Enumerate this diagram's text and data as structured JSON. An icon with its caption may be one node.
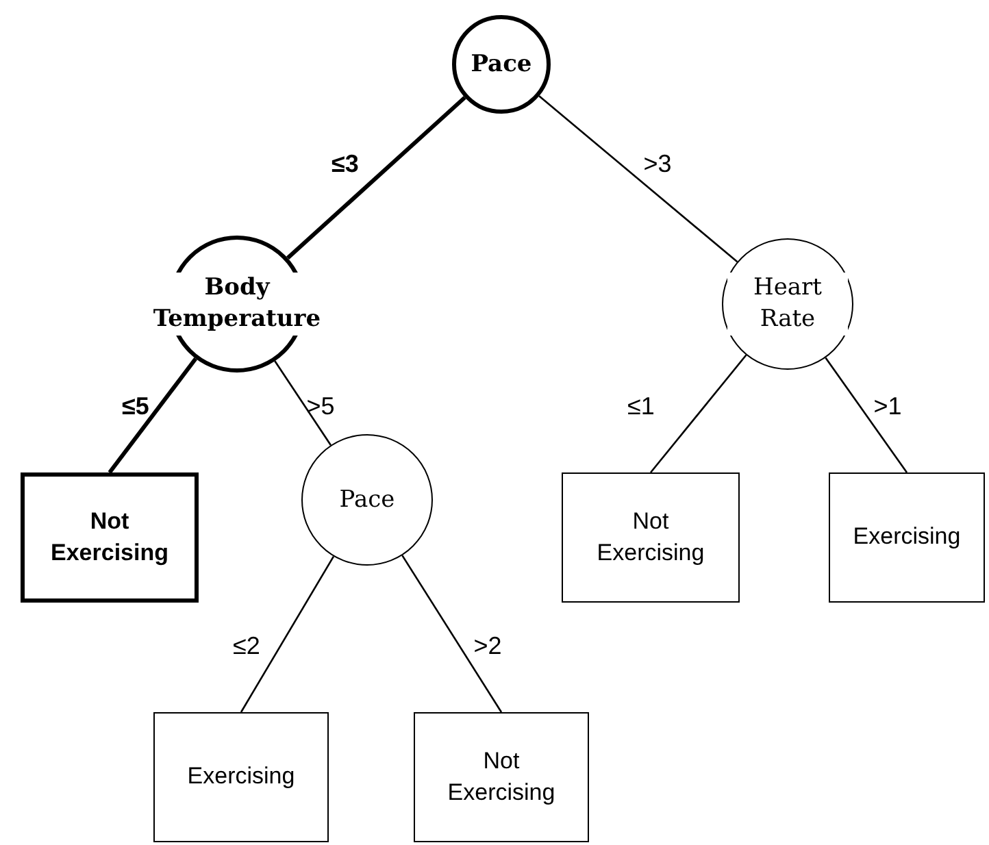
{
  "diagram": {
    "nodes": [
      {
        "text": [
          "Pace"
        ]
      },
      {
        "text": [
          "Body Temperature"
        ]
      },
      {
        "text": [
          "Heart Rate"
        ]
      },
      {
        "text": [
          "Not Exercising"
        ]
      },
      {
        "text": [
          "Pace"
        ]
      },
      {
        "text": [
          "Not Exercising"
        ]
      },
      {
        "text": [
          "Exercising"
        ]
      },
      {
        "text": [
          "Exercising"
        ]
      },
      {
        "text": [
          "Not Exercising"
        ]
      }
    ],
    "edges": [
      {
        "from": 0,
        "to": 1,
        "arrow": "none",
        "label": "≤3",
        "style": "thick"
      },
      {
        "from": 0,
        "to": 2,
        "arrow": "none",
        "label": ">3"
      },
      {
        "from": 1,
        "to": 3,
        "arrow": "none",
        "label": "≤5",
        "style": "thick"
      },
      {
        "from": 1,
        "to": 4,
        "arrow": "none",
        "label": ">5"
      },
      {
        "from": 2,
        "to": 5,
        "arrow": "none",
        "label": "≤1"
      },
      {
        "from": 2,
        "to": 6,
        "arrow": "none",
        "label": ">1"
      },
      {
        "from": 4,
        "to": 7,
        "arrow": "none",
        "label": "≤2"
      },
      {
        "from": 4,
        "to": 8,
        "arrow": "none",
        "label": ">2"
      }
    ]
  }
}
